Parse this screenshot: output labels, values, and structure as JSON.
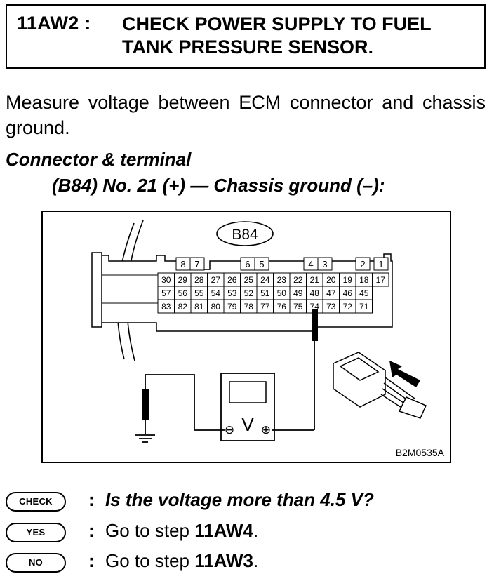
{
  "header": {
    "code": "11AW2 :",
    "title_line1": "CHECK POWER SUPPLY TO FUEL",
    "title_line2": "TANK PRESSURE SENSOR."
  },
  "instruction": "Measure voltage between ECM connector and chassis ground.",
  "connector": {
    "heading": "Connector & terminal",
    "terminals": "(B84) No. 21 (+) — Chassis ground (–):"
  },
  "figure": {
    "connector_label": "B84",
    "top_pins": [
      "8",
      "7",
      "6",
      "5",
      "4",
      "3",
      "2",
      "1"
    ],
    "pin_rows": [
      [
        "30",
        "29",
        "28",
        "27",
        "26",
        "25",
        "24",
        "23",
        "22",
        "21",
        "20",
        "19",
        "18",
        "17"
      ],
      [
        "57",
        "56",
        "55",
        "54",
        "53",
        "52",
        "51",
        "50",
        "49",
        "48",
        "47",
        "46",
        "45"
      ],
      [
        "83",
        "82",
        "81",
        "80",
        "79",
        "78",
        "77",
        "76",
        "75",
        "74",
        "73",
        "72",
        "71"
      ]
    ],
    "meter_symbols": {
      "negative": "⊖",
      "volt": "V",
      "positive": "⊕"
    },
    "figure_id": "B2M0535A"
  },
  "steps": [
    {
      "badge": "CHECK",
      "colon": ":",
      "text": "Is the voltage more than 4.5 V?"
    },
    {
      "badge": "YES",
      "colon": ":",
      "prefix": "Go to step ",
      "step": "11AW4",
      "suffix": "."
    },
    {
      "badge": "NO",
      "colon": ":",
      "prefix": "Go to step ",
      "step": "11AW3",
      "suffix": "."
    }
  ]
}
